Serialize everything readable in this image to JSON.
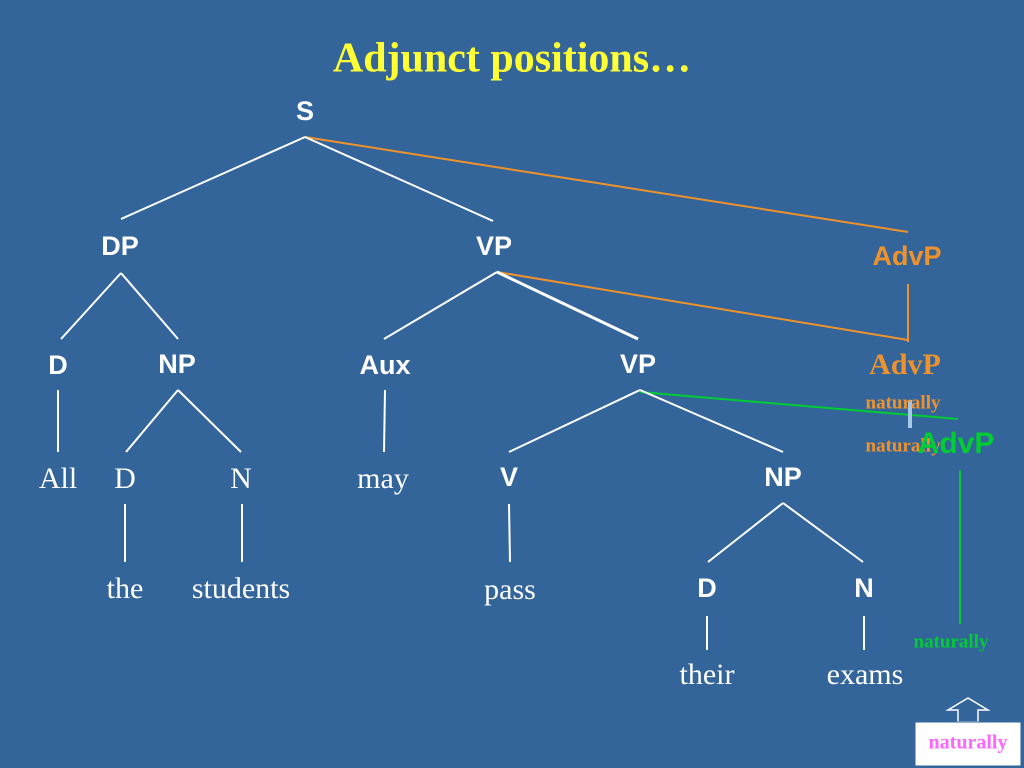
{
  "slide": {
    "title": "Adjunct positions…",
    "colors": {
      "background": "#33659a",
      "title": "#ffff33",
      "tree": "#ffffff",
      "orange": "#f0922b",
      "green": "#00cc33",
      "pink": "#ff66ff",
      "marker": "#a8c8e8"
    }
  },
  "tree": {
    "S": "S",
    "DP": "DP",
    "VP_top": "VP",
    "D_subj": "D",
    "NP_subj": "NP",
    "All": "All",
    "D_the": "D",
    "N_students": "N",
    "the": "the",
    "students": "students",
    "Aux": "Aux",
    "may": "may",
    "VP_low": "VP",
    "V": "V",
    "pass": "pass",
    "NP_obj": "NP",
    "D_their": "D",
    "N_exams": "N",
    "their": "their",
    "exams": "exams"
  },
  "adjuncts": {
    "advp_s": "AdvP",
    "advp_vp": "AdvP",
    "advp_vp_word": "naturally",
    "advp_low_word_overlap": "naturally",
    "advp_low": "AdvP",
    "advp_low_word": "naturally",
    "source_word": "naturally",
    "source_icon": "up-arrow-icon"
  }
}
